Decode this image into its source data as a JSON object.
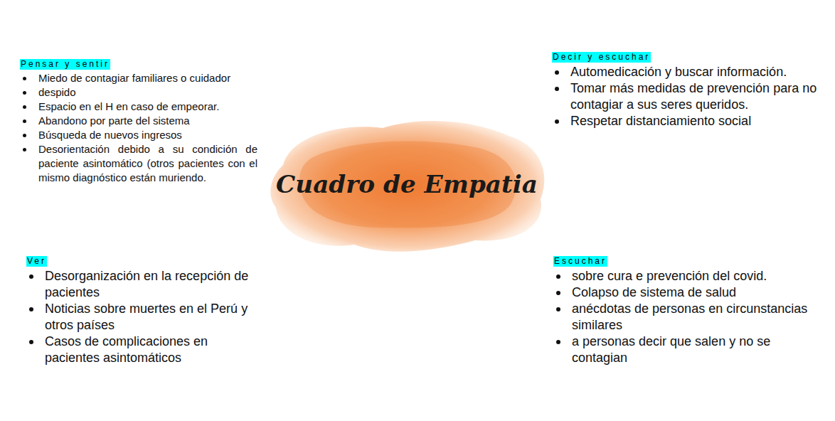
{
  "diagram": {
    "nodes": [
      {
        "text": [
          "Cuadro de Empatia"
        ]
      }
    ],
    "labels": [
      "Pensar y sentir",
      "Miedo de contagiar familiares o cuidador",
      "despido",
      "Espacio en el H en caso de empeorar.",
      "Abandono por parte del sistema",
      "Búsqueda de nuevos ingresos",
      "Desorientación debido a su condición de paciente asintomático (otros pacientes con el mismo diagnóstico están muriendo.",
      "Decir y escuchar",
      "Automedicación y buscar información.",
      "Tomar más medidas de prevención para no contagiar a sus seres queridos.",
      "Respetar distanciamiento social",
      "Ver",
      "Desorganización en la recepción de pacientes",
      "Noticias sobre muertes en el Perú y otros países",
      "Casos de complicaciones en pacientes asintomáticos",
      "Escuchar",
      "sobre cura e prevención del covid.",
      "Colapso de sistema de salud",
      "anécdotas de personas en circunstancias similares",
      "a personas decir que salen y no se contagian"
    ]
  }
}
